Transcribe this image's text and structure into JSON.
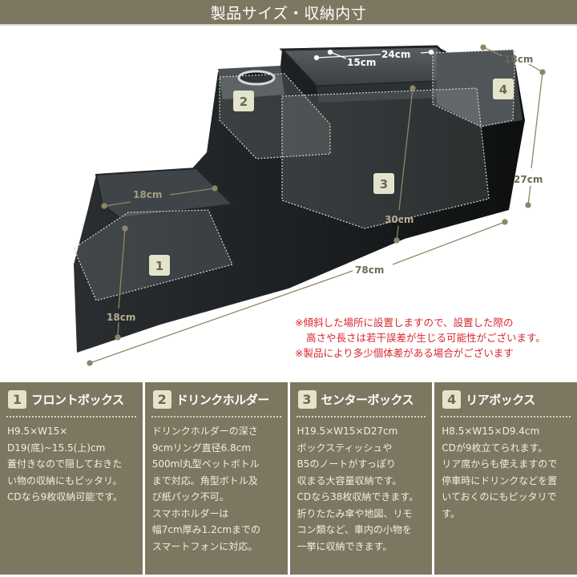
{
  "header": {
    "title": "製品サイズ・収納内寸"
  },
  "illustration": {
    "dimensions": {
      "top_width": "24cm",
      "top_depth": "15cm",
      "rear_depth": "18cm",
      "rear_height": "27cm",
      "center_height": "30cm",
      "total_length": "78cm",
      "front_lid_width": "18cm",
      "front_height": "18cm"
    },
    "badges": [
      "1",
      "2",
      "3",
      "4"
    ],
    "colors": {
      "console_body": "#1b1e20",
      "console_top": "#3f4447",
      "dimension_line": "#8d8668",
      "badge_bg": "#e3e4cc",
      "badge_text": "#6d6850"
    }
  },
  "notes": {
    "line1": "※傾斜した場所に設置しますので、設置した際の",
    "line2": "高さや長さは若干誤差が生じる可能性がございます。",
    "line3": "※製品により多少個体差がある場合がございます",
    "color": "#d9272e"
  },
  "panels": [
    {
      "number": "1",
      "title": "フロントボックス",
      "body": "H9.5×W15×\nD19(底)~15.5(上)cm\n蓋付きなので隠しておきた\nい物の収納にもピッタリ。\nCDなら9枚収納可能です。"
    },
    {
      "number": "2",
      "title": "ドリンクホルダー",
      "body": " ドリンクホルダーの深さ\n9cmリング直径6.8cm\n500ml丸型ペットボトル\nまで対応。角型ボトル及\nび紙パック不可。\nスマホホルダーは\n幅7cm厚み1.2cmまでの\nスマートフォンに対応。"
    },
    {
      "number": "3",
      "title": "センターボックス",
      "body": "H19.5×W15×D27cm\nボックスティッシュや\nB5のノートがすっぽり\n収まる大容量収納です。\nCDなら38枚収納できます。\n折りたたみ傘や地図、リモ\nコン類など、車内の小物を\n一挙に収納できます。"
    },
    {
      "number": "4",
      "title": "リアボックス",
      "body": "H8.5×W15×D9.4cm\nCDが9枚立てられます。\nリア席からも使えますので\n停車時にドリンクなどを置\nいておくのにもピッタリで\nす。"
    }
  ],
  "theme": {
    "panel_bg": "#7d7761",
    "header_bg": "#7d7761"
  }
}
